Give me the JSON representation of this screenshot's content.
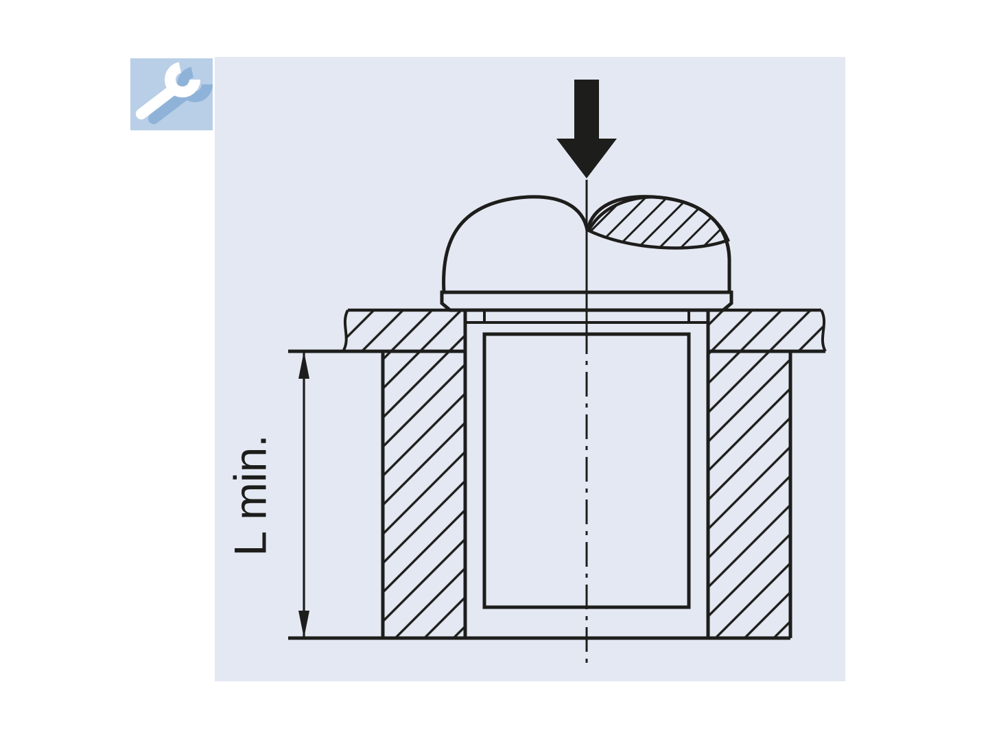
{
  "window": {
    "background": "#ffffff"
  },
  "panel": {
    "background": "#e4e8f2"
  },
  "logo": {
    "icon": "wrench-icon",
    "background": "#b9cfe7",
    "front_color": "#ffffff",
    "back_color": "#8fb3d8"
  },
  "diagram": {
    "type": "technical-section-drawing",
    "dimension_label": "L min.",
    "line_color": "#1d1d1b",
    "press_arrow_icon": "down-arrow-icon",
    "hatched_parts": [
      "top-plate-left",
      "top-plate-right",
      "workpiece-left-wall",
      "workpiece-right-wall",
      "ball-head-section-cut"
    ]
  }
}
